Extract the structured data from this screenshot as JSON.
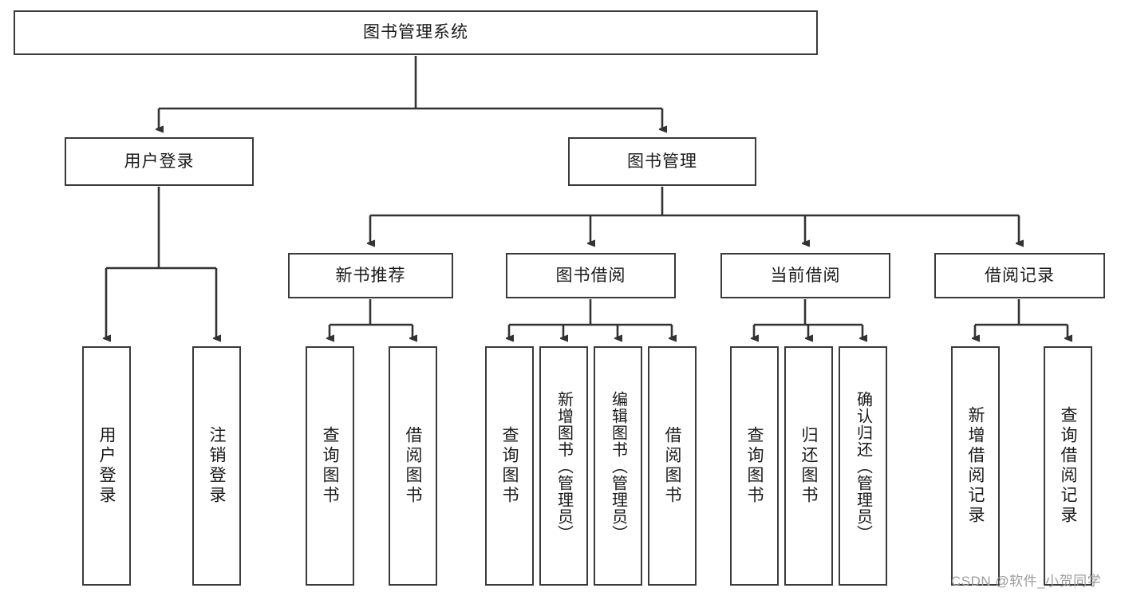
{
  "diagram": {
    "type": "tree-hierarchy-diagram",
    "title": "图书管理系统",
    "root": {
      "id": "root",
      "label": "图书管理系统"
    },
    "level2": [
      {
        "id": "user-login",
        "label": "用户登录"
      },
      {
        "id": "book-management",
        "label": "图书管理"
      }
    ],
    "level3": [
      {
        "id": "new-book-recommend",
        "label": "新书推荐",
        "parent": "book-management"
      },
      {
        "id": "book-borrow",
        "label": "图书借阅",
        "parent": "book-management"
      },
      {
        "id": "current-borrow",
        "label": "当前借阅",
        "parent": "book-management"
      },
      {
        "id": "borrow-record",
        "label": "借阅记录",
        "parent": "book-management"
      }
    ],
    "leaves": {
      "user_login": [
        {
          "id": "leaf-user-login",
          "label": "用户登录"
        },
        {
          "id": "leaf-logout-login",
          "label": "注销登录"
        }
      ],
      "new_book_recommend": [
        {
          "id": "leaf-query-book-1",
          "label": "查询图书"
        },
        {
          "id": "leaf-borrow-book-1",
          "label": "借阅图书"
        }
      ],
      "book_borrow": [
        {
          "id": "leaf-query-book-2",
          "label": "查询图书"
        },
        {
          "id": "leaf-add-book-admin",
          "label": "新增图书（管理员）"
        },
        {
          "id": "leaf-edit-book-admin",
          "label": "编辑图书（管理员）"
        },
        {
          "id": "leaf-borrow-book-2",
          "label": "借阅图书"
        }
      ],
      "current_borrow": [
        {
          "id": "leaf-query-book-3",
          "label": "查询图书"
        },
        {
          "id": "leaf-return-book",
          "label": "归还图书"
        },
        {
          "id": "leaf-confirm-return-admin",
          "label": "确认归还（管理员）"
        }
      ],
      "borrow_record": [
        {
          "id": "leaf-add-borrow-record",
          "label": "新增借阅记录"
        },
        {
          "id": "leaf-query-borrow-record",
          "label": "查询借阅记录"
        }
      ]
    }
  },
  "watermark": {
    "text": "CSDN @软件_小贺同学"
  },
  "colors": {
    "border": "#3a3a3a",
    "background": "#ffffff",
    "text": "#1a1a1a",
    "watermark": "#9d9d9d",
    "connector": "#333333"
  }
}
